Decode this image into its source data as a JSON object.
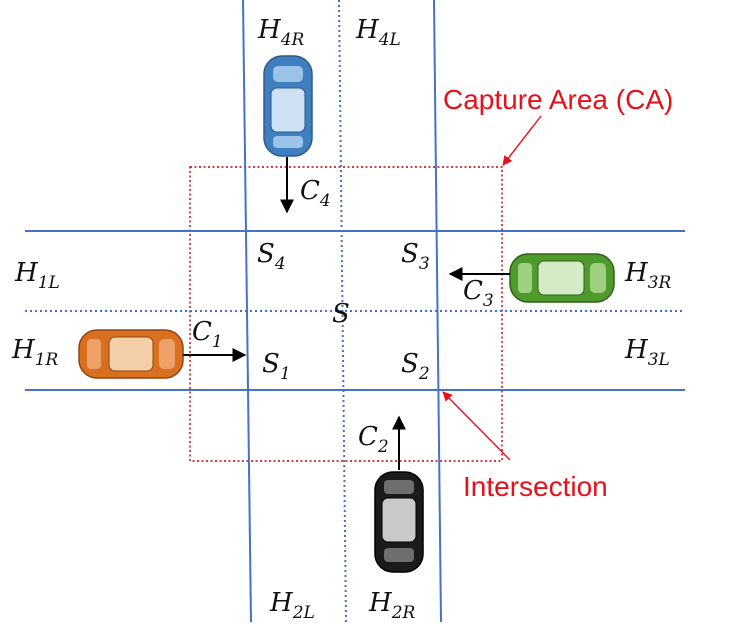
{
  "colors": {
    "road_line": "#4472c4",
    "capture_area": "#c00000",
    "annotation": "#e8101a",
    "arrow": "#000000",
    "car_blue": "#3f7fc0",
    "car_green": "#4f9a2c",
    "car_orange": "#d9701f",
    "car_black": "#1b1b1b"
  },
  "annotations": {
    "capture_area": "Capture Area (CA)",
    "intersection": "Intersection"
  },
  "labels": {
    "H4R": {
      "base": "H",
      "sub": "4R"
    },
    "H4L": {
      "base": "H",
      "sub": "4L"
    },
    "H1L": {
      "base": "H",
      "sub": "1L"
    },
    "H1R": {
      "base": "H",
      "sub": "1R"
    },
    "H3R": {
      "base": "H",
      "sub": "3R"
    },
    "H3L": {
      "base": "H",
      "sub": "3L"
    },
    "H2L": {
      "base": "H",
      "sub": "2L"
    },
    "H2R": {
      "base": "H",
      "sub": "2R"
    },
    "S1": {
      "base": "S",
      "sub": "1"
    },
    "S2": {
      "base": "S",
      "sub": "2"
    },
    "S3": {
      "base": "S",
      "sub": "3"
    },
    "S4": {
      "base": "S",
      "sub": "4"
    },
    "S": {
      "base": "S",
      "sub": ""
    },
    "C1": {
      "base": "C",
      "sub": "1"
    },
    "C2": {
      "base": "C",
      "sub": "2"
    },
    "C3": {
      "base": "C",
      "sub": "3"
    },
    "C4": {
      "base": "C",
      "sub": "4"
    }
  },
  "cars": [
    {
      "id": "car-c1",
      "color_name": "orange",
      "heading": "east"
    },
    {
      "id": "car-c2",
      "color_name": "black",
      "heading": "north"
    },
    {
      "id": "car-c3",
      "color_name": "green",
      "heading": "west"
    },
    {
      "id": "car-c4",
      "color_name": "blue",
      "heading": "south"
    }
  ]
}
